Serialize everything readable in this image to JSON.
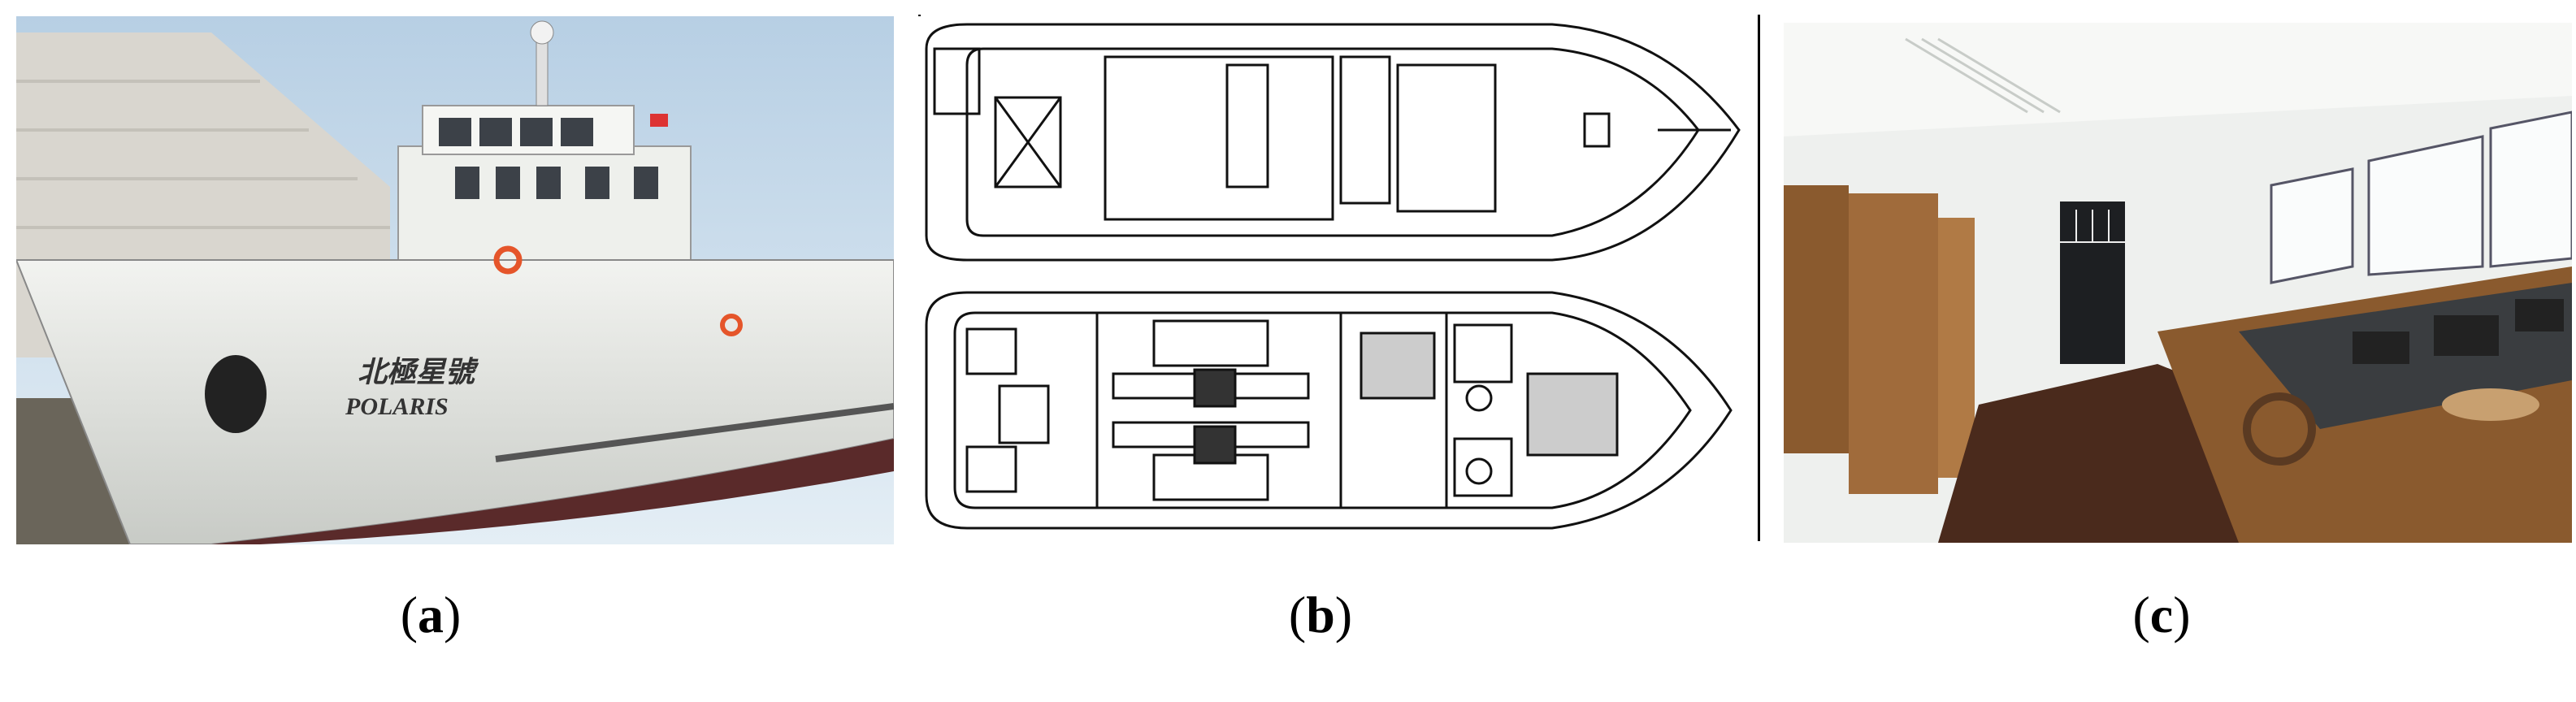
{
  "figure": {
    "panels": [
      {
        "id": "a",
        "subject": "ship-exterior-photo",
        "hull_text": {
          "name_en": "POLARIS",
          "name_zh": "北極星號"
        },
        "caption_label": "a"
      },
      {
        "id": "b",
        "subject": "ship-general-arrangement-drawing",
        "caption_label": "b"
      },
      {
        "id": "c",
        "subject": "bridge-interior-photo",
        "caption_label": "c"
      }
    ],
    "caption_open": "(",
    "caption_close": ")"
  },
  "colors": {
    "sky": "#c9dceb",
    "hull": "#e9ebe7",
    "boot_top": "#5a2a2a",
    "wood": "#9a6a3a",
    "line": "#111111"
  }
}
